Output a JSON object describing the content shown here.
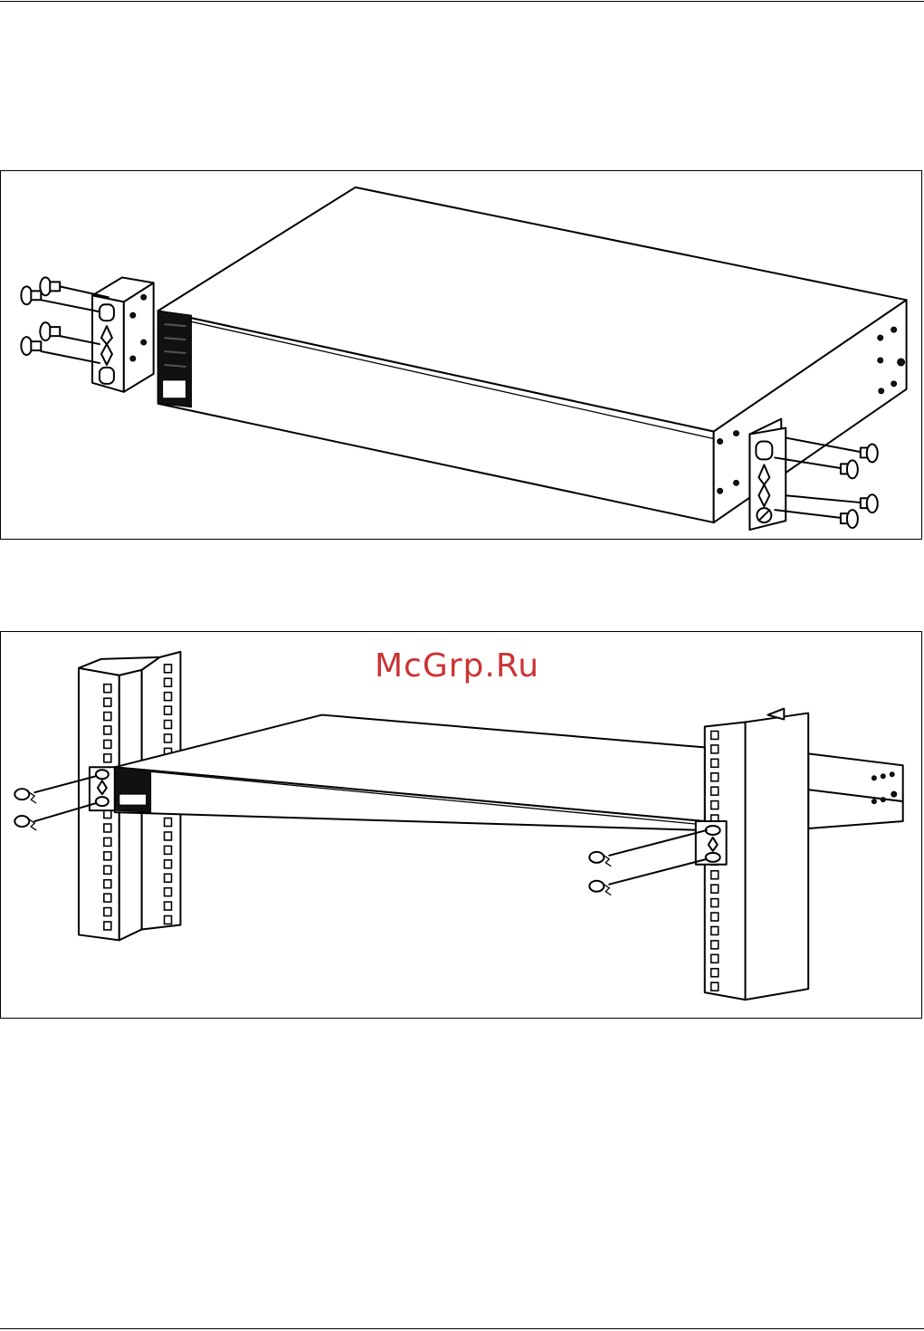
{
  "watermark": {
    "text": "McGrp.Ru",
    "color": "#cc3333"
  },
  "figures": [
    {
      "name": "bracket-attachment-figure"
    },
    {
      "name": "rack-mounting-figure"
    }
  ],
  "colors": {
    "line": "#000000",
    "background": "#ffffff"
  }
}
